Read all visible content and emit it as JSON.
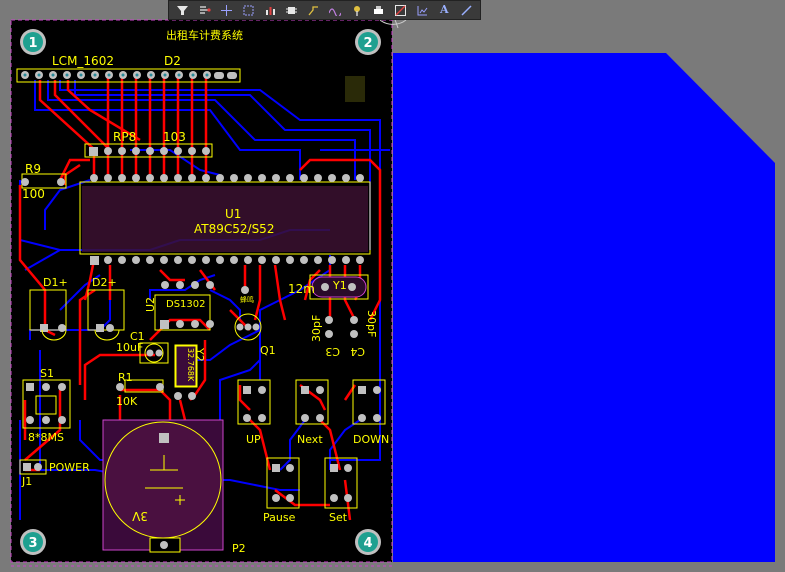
{
  "app": {
    "title": "出租车计费系统"
  },
  "toolbar": {
    "tools": [
      {
        "name": "filter-icon"
      },
      {
        "name": "route-icon"
      },
      {
        "name": "crosshair-icon"
      },
      {
        "name": "rectangle-select-icon"
      },
      {
        "name": "bar-chart-icon"
      },
      {
        "name": "chip-icon"
      },
      {
        "name": "interactive-route-icon"
      },
      {
        "name": "wave-icon"
      },
      {
        "name": "pin-icon"
      },
      {
        "name": "component-icon"
      },
      {
        "name": "rule-box-icon"
      },
      {
        "name": "chart-box-icon"
      },
      {
        "name": "text-icon",
        "label": "A"
      },
      {
        "name": "line-icon"
      }
    ]
  },
  "board": {
    "corner_marks": [
      "1",
      "2",
      "3",
      "4"
    ],
    "designators": {
      "lcm": "LCM_1602",
      "d2_top": "D2",
      "rp8": "RP8",
      "rp8_value": "103",
      "r9": "R9",
      "r9_value": "100",
      "u1": "U1",
      "u1_value": "AT89C52/S52",
      "d1": "D1+",
      "d2": "D2+",
      "u2": "U2",
      "u2_value": "DS1302",
      "buzzer": "蜂鸣",
      "y1_value": "12m",
      "y1": "Y1",
      "c1": "C1",
      "c1_value": "10uF",
      "y2": "Y2",
      "y2_value": "32.768K",
      "q1": "Q1",
      "c3_value": "30pF",
      "c3": "C3",
      "c4_value": "30pF",
      "c4": "C4",
      "s1": "S1",
      "s1_value": "8*8MS",
      "r1": "R1",
      "r1_value": "10K",
      "j1": "J1",
      "power": "POWER",
      "up": "UP",
      "next": "Next",
      "down": "DOWN",
      "pause": "Pause",
      "set": "Set",
      "battery_value": "3V",
      "p2": "P2"
    }
  },
  "colors": {
    "background": "#7a7a7a",
    "board": "#000000",
    "top_copper": "#ff0000",
    "bottom_copper": "#0000ff",
    "silkscreen": "#ffff00",
    "pad": "#c0c0c0",
    "outline": "#cc44cc",
    "polygon": "#0000ff"
  }
}
